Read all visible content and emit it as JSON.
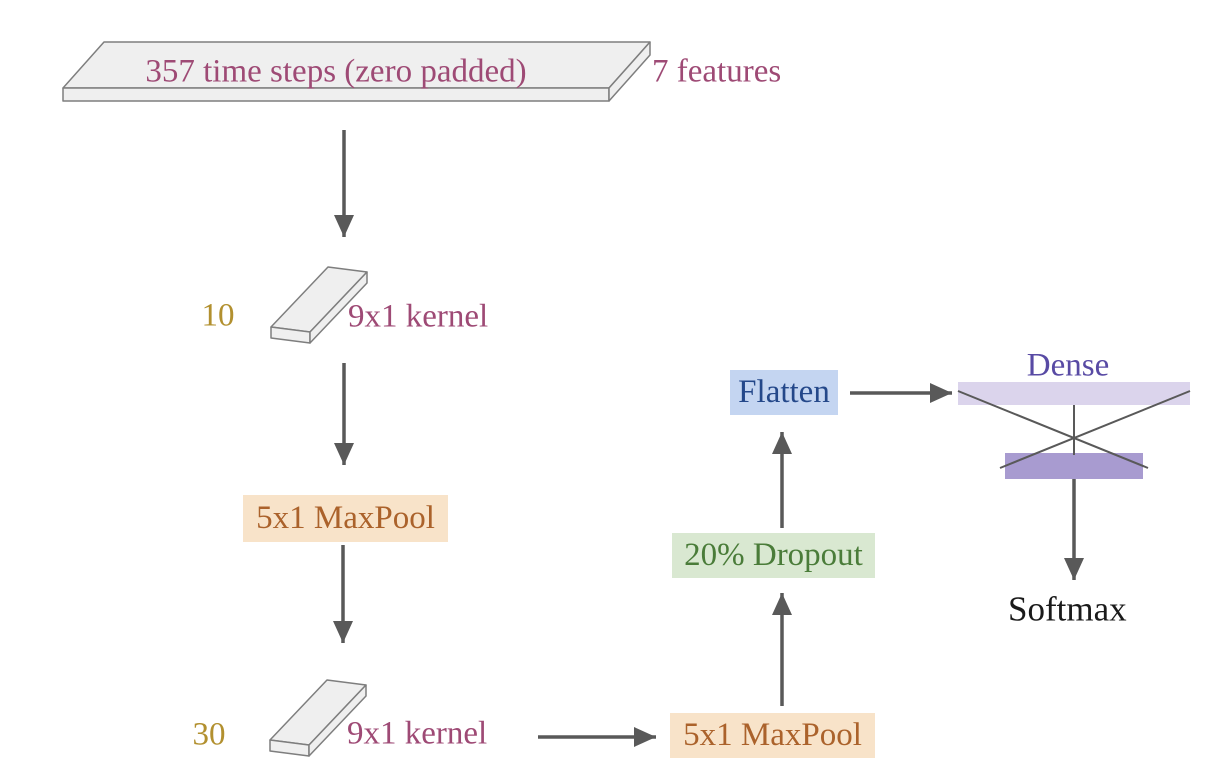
{
  "colors": {
    "maroon": "#9e4a75",
    "gold": "#b2902f",
    "maxpool_text": "#ab622b",
    "maxpool_bg": "#f8e3c9",
    "dropout_text": "#4a7c39",
    "dropout_bg": "#d9e8d1",
    "flatten_text": "#24488a",
    "flatten_bg": "#c4d5f1",
    "dense_text": "#584aa4",
    "dense_bar_light": "#dbd4ec",
    "dense_bar_dark": "#a89bd0",
    "softmax_text": "#1a1a1a",
    "arrow": "#595959",
    "slab_fill": "#efefef",
    "slab_stroke": "#7e7e7e"
  },
  "layers": {
    "input": {
      "time_steps": "357 time steps (zero padded)",
      "features": "7 features"
    },
    "conv1": {
      "filters": "10",
      "kernel": "9x1 kernel"
    },
    "pool1": {
      "label": "5x1 MaxPool"
    },
    "conv2": {
      "filters": "30",
      "kernel": "9x1 kernel"
    },
    "pool2": {
      "label": "5x1 MaxPool"
    },
    "dropout": {
      "label": "20% Dropout"
    },
    "flatten": {
      "label": "Flatten"
    },
    "dense": {
      "label": "Dense"
    },
    "output": {
      "label": "Softmax"
    }
  }
}
